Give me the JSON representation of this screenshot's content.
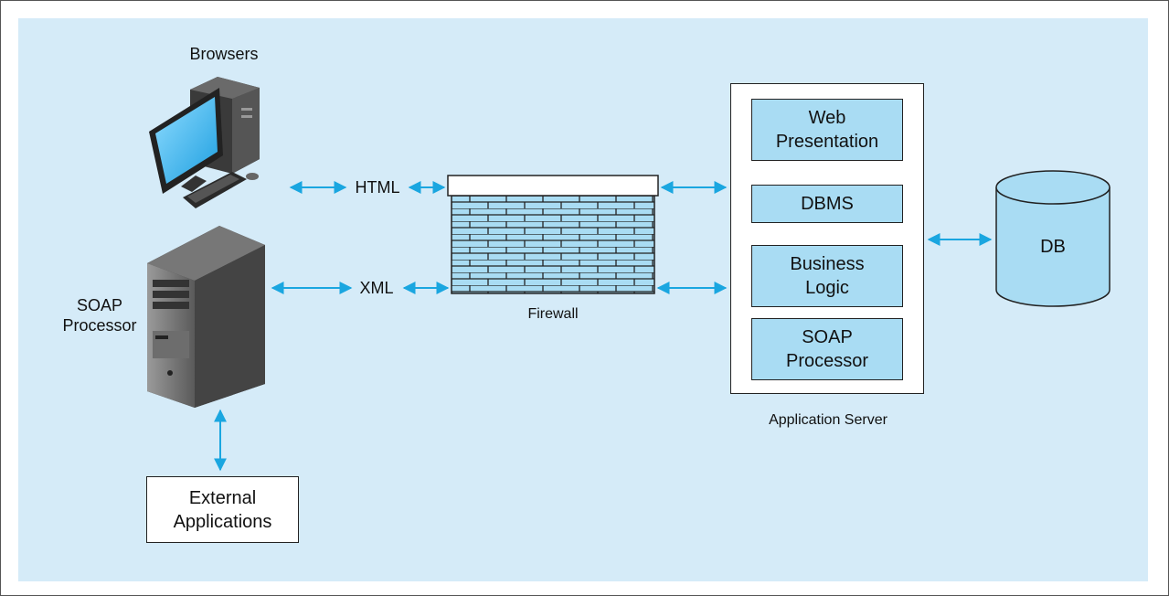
{
  "labels": {
    "browsers": "Browsers",
    "soap_processor_left": "SOAP\nProcessor",
    "html": "HTML",
    "xml": "XML",
    "firewall": "Firewall",
    "application_server": "Application Server",
    "db": "DB",
    "external_applications": "External\nApplications"
  },
  "app_server_modules": [
    "Web\nPresentation",
    "DBMS",
    "Business\nLogic",
    "SOAP\nProcessor"
  ],
  "colors": {
    "background_panel": "#d5ebf8",
    "arrow": "#1aa6e0",
    "module_fill": "#a9dcf3",
    "db_fill": "#a9dcf3",
    "brick_fill": "#a9dcf3"
  },
  "icons": [
    "desktop-computer-icon",
    "server-tower-icon",
    "database-cylinder-icon",
    "firewall-brick-wall-icon"
  ]
}
